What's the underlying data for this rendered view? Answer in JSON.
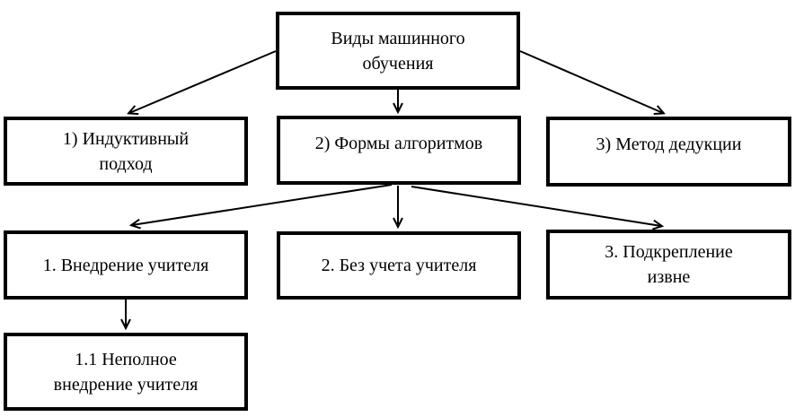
{
  "diagram": {
    "colors": {
      "background": "#ffffff",
      "box_border": "#000000",
      "text": "#000000",
      "line": "#000000"
    },
    "nodes": [
      {
        "id": "machine-learning-types",
        "label": "Виды машинного\nобучения"
      },
      {
        "id": "inductive-approach",
        "label": "1) Индуктивный\nподход"
      },
      {
        "id": "algorithm-forms",
        "label": "2) Формы алгоритмов"
      },
      {
        "id": "deduction-method",
        "label": "3) Метод дедукции"
      },
      {
        "id": "teacher-implementation",
        "label": "1. Внедрение учителя"
      },
      {
        "id": "without-teacher",
        "label": "2. Без учета учителя"
      },
      {
        "id": "external-reinforcement",
        "label": "3. Подкрепление\nизвне"
      },
      {
        "id": "partial-teacher-implementation",
        "label": "1.1 Неполное\nвнедрение учителя"
      }
    ],
    "edges": [
      {
        "from": "machine-learning-types",
        "to": "inductive-approach"
      },
      {
        "from": "machine-learning-types",
        "to": "algorithm-forms"
      },
      {
        "from": "machine-learning-types",
        "to": "deduction-method"
      },
      {
        "from": "algorithm-forms",
        "to": "teacher-implementation"
      },
      {
        "from": "algorithm-forms",
        "to": "without-teacher"
      },
      {
        "from": "algorithm-forms",
        "to": "external-reinforcement"
      },
      {
        "from": "teacher-implementation",
        "to": "partial-teacher-implementation"
      }
    ]
  }
}
